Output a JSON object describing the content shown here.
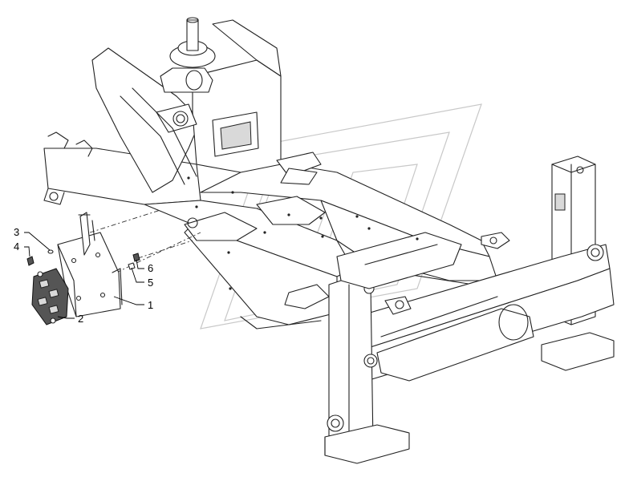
{
  "callouts": [
    {
      "id": "c1",
      "label": "1"
    },
    {
      "id": "c2",
      "label": "2"
    },
    {
      "id": "c3",
      "label": "3"
    },
    {
      "id": "c4",
      "label": "4"
    },
    {
      "id": "c5",
      "label": "5"
    },
    {
      "id": "c6",
      "label": "6"
    }
  ],
  "colors": {
    "line": "#222222",
    "watermark": "#c8c8c8",
    "background": "#ffffff"
  }
}
